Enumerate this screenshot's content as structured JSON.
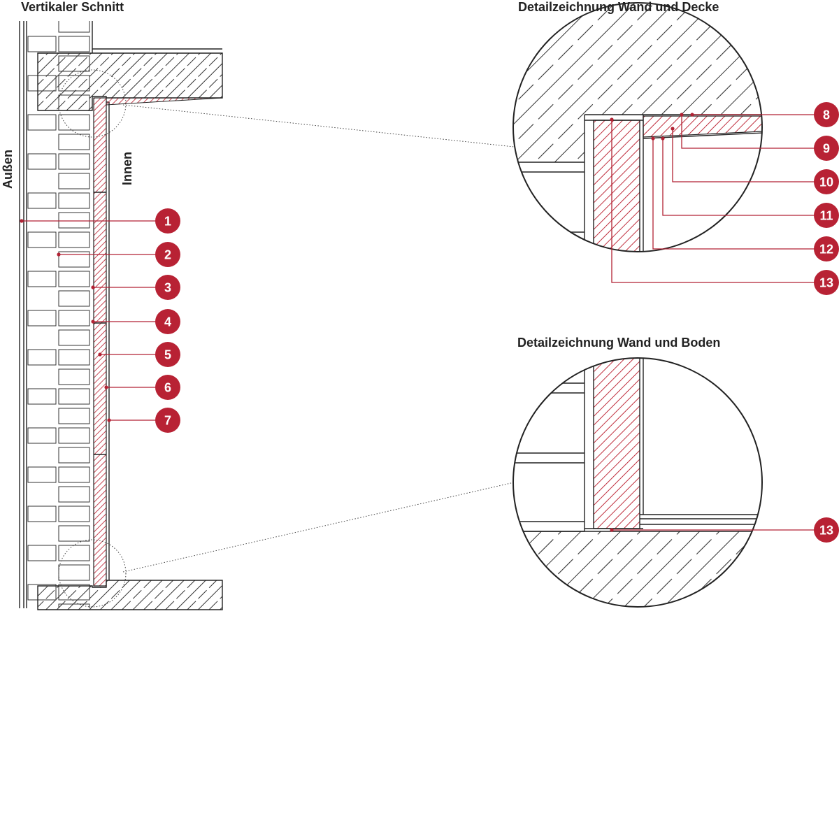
{
  "titles": {
    "section": "Vertikaler Schnitt",
    "detail_top": "Detailzeichnung Wand und Decke",
    "detail_bottom": "Detailzeichnung Wand und Boden"
  },
  "sides": {
    "outside": "Außen",
    "inside": "Innen"
  },
  "callouts_left": [
    "1",
    "2",
    "3",
    "4",
    "5",
    "6",
    "7"
  ],
  "callouts_top": [
    "8",
    "9",
    "10",
    "11",
    "12",
    "13"
  ],
  "callouts_bottom": [
    "13"
  ],
  "colors": {
    "accent": "#b82234",
    "line": "#222222"
  }
}
